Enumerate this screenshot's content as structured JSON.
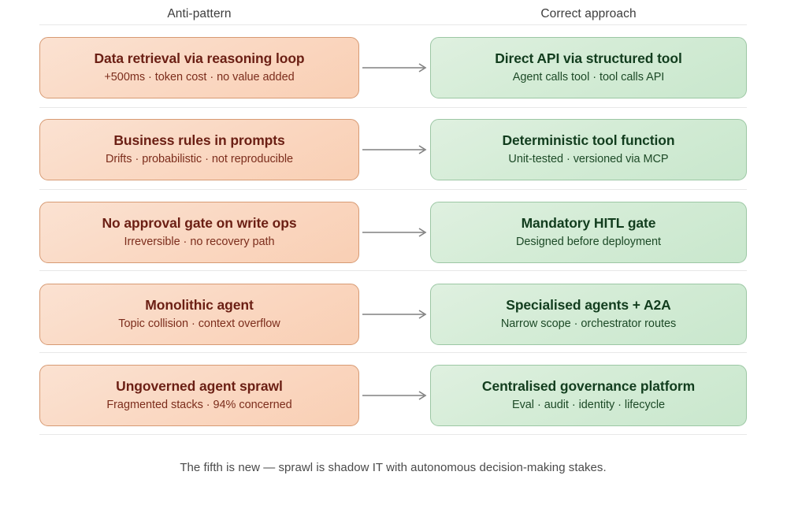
{
  "headers": {
    "left": "Anti-pattern",
    "right": "Correct approach"
  },
  "colors": {
    "anti_fill_light": "#fbe2d2",
    "anti_fill_deep": "#f9cfb4",
    "anti_border": "#d79a73",
    "anti_title_text": "#6b1f14",
    "good_fill_light": "#dff0e0",
    "good_fill_deep": "#c9e7cd",
    "good_border": "#9cc7a4",
    "good_title_text": "#123d1e",
    "separator": "#e8e8e8",
    "arrow": "#808080",
    "background": "#ffffff"
  },
  "rows": [
    {
      "anti": {
        "title": "Data retrieval via reasoning loop",
        "sub": "+500ms · token cost · no value added"
      },
      "arrow": "arrow-right-icon",
      "good": {
        "title": "Direct API via structured tool",
        "sub": "Agent calls tool · tool calls API"
      }
    },
    {
      "anti": {
        "title": "Business rules in prompts",
        "sub": "Drifts · probabilistic · not reproducible"
      },
      "arrow": "arrow-right-icon",
      "good": {
        "title": "Deterministic tool function",
        "sub": "Unit-tested · versioned via MCP"
      }
    },
    {
      "anti": {
        "title": "No approval gate on write ops",
        "sub": "Irreversible · no recovery path"
      },
      "arrow": "arrow-right-icon",
      "good": {
        "title": "Mandatory HITL gate",
        "sub": "Designed before deployment"
      }
    },
    {
      "anti": {
        "title": "Monolithic agent",
        "sub": "Topic collision · context overflow"
      },
      "arrow": "arrow-right-icon",
      "good": {
        "title": "Specialised agents + A2A",
        "sub": "Narrow scope · orchestrator routes"
      }
    },
    {
      "anti": {
        "title": "Ungoverned agent sprawl",
        "sub": "Fragmented stacks · 94% concerned"
      },
      "arrow": "arrow-right-icon",
      "good": {
        "title": "Centralised governance platform",
        "sub": "Eval · audit · identity · lifecycle"
      }
    }
  ],
  "footer": {
    "note": "The fifth is new — sprawl is shadow IT with autonomous decision-making stakes."
  }
}
